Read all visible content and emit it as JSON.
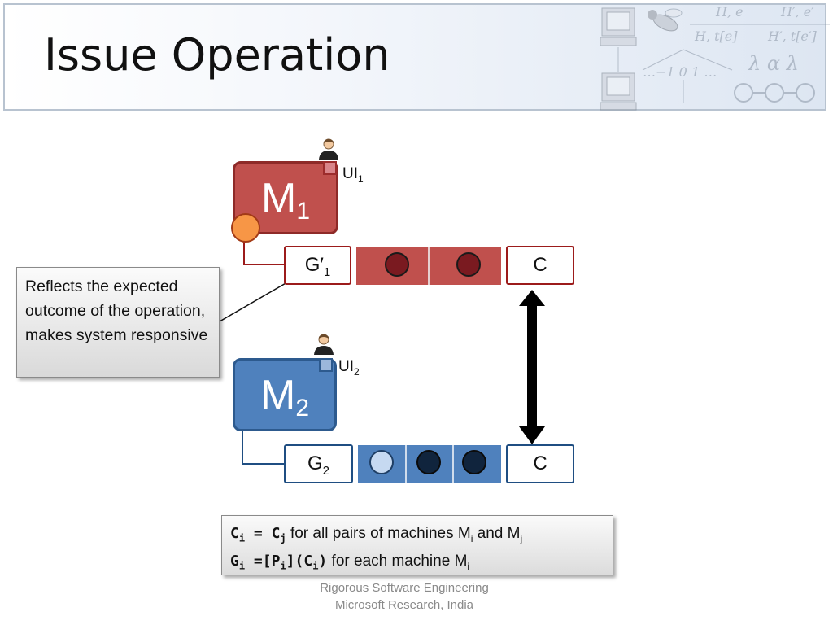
{
  "slide": {
    "title": "Issue Operation",
    "footer_line1": "Rigorous Software Engineering",
    "footer_line2": "Microsoft Research, India"
  },
  "decoration": {
    "rule1_left": "H, e",
    "rule1_right": "H′, e′",
    "rule2_left": "H, t[e]",
    "rule2_right": "H′, t[e′]",
    "scale": "…−1  0  1 …",
    "greek": "λ α λ"
  },
  "diagram": {
    "m1": {
      "label": "M",
      "sub": "1"
    },
    "m2": {
      "label": "M",
      "sub": "2"
    },
    "ui1": {
      "label": "UI",
      "sub": "1"
    },
    "ui2": {
      "label": "UI",
      "sub": "2"
    },
    "g1": {
      "label": "G",
      "prime": "′",
      "sub": "1"
    },
    "g2": {
      "label": "G",
      "sub": "2"
    },
    "c_top": "C",
    "c_bottom": "C",
    "colors": {
      "red": "#c0504d",
      "blue": "#4f81bd",
      "orange": "#f79646"
    }
  },
  "note": "Reflects the expected outcome of the operation, makes system responsive",
  "formula": {
    "line1_code": "C",
    "line1_code_sub": "i",
    "line1_eq": " = C",
    "line1_eq_sub": "j",
    "line1_text": " for all pairs of machines M",
    "line1_sub_i": "i",
    "line1_and": " and M",
    "line1_sub_j": "j",
    "line2_code": "G",
    "line2_code_sub": "i",
    "line2_code_rest": " =[P",
    "line2_code_sub2": "i",
    "line2_code_rest2": "](C",
    "line2_code_sub3": "i",
    "line2_code_end": ")",
    "line2_text": " for each machine M",
    "line2_sub_i": "i"
  }
}
